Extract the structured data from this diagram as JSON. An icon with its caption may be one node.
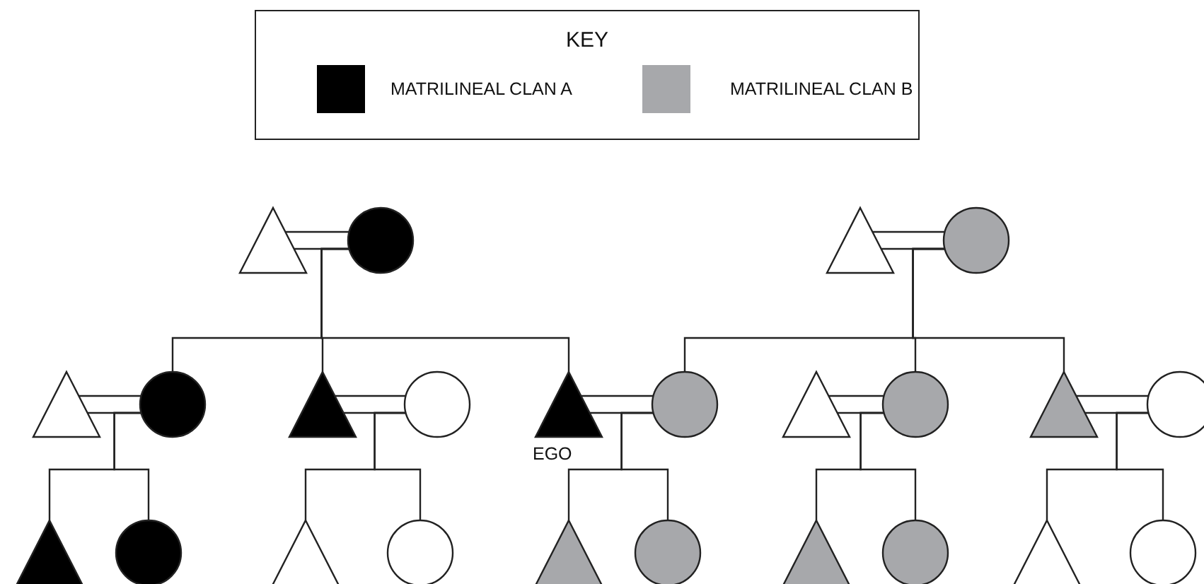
{
  "diagram": {
    "nodes": [
      {
        "text": [],
        "shape": "triangle"
      },
      {
        "text": [],
        "shape": "circle"
      },
      {
        "text": [],
        "shape": "triangle"
      },
      {
        "text": [],
        "shape": "circle"
      },
      {
        "text": [],
        "shape": "triangle"
      },
      {
        "text": [],
        "shape": "circle"
      },
      {
        "text": [],
        "shape": "triangle"
      },
      {
        "text": [],
        "shape": "circle"
      },
      {
        "text": [],
        "shape": "triangle",
        "beside": [
          "EGO"
        ]
      },
      {
        "text": [],
        "shape": "circle"
      },
      {
        "text": [],
        "shape": "triangle"
      },
      {
        "text": [],
        "shape": "circle"
      },
      {
        "text": [],
        "shape": "triangle"
      },
      {
        "text": [],
        "shape": "circle"
      },
      {
        "text": [],
        "shape": "triangle"
      },
      {
        "text": [],
        "shape": "circle"
      },
      {
        "text": [],
        "shape": "triangle"
      },
      {
        "text": [],
        "shape": "circle"
      },
      {
        "text": [],
        "shape": "triangle"
      },
      {
        "text": [],
        "shape": "circle"
      },
      {
        "text": [],
        "shape": "triangle"
      },
      {
        "text": [],
        "shape": "circle"
      },
      {
        "text": [],
        "shape": "triangle"
      },
      {
        "text": [],
        "shape": "circle"
      }
    ],
    "edges": [
      {
        "from": 0,
        "to": 1,
        "arrow": "none"
      },
      {
        "from": 2,
        "to": 3,
        "arrow": "none"
      },
      {
        "from": 4,
        "to": 5,
        "arrow": "none"
      },
      {
        "from": 6,
        "to": 7,
        "arrow": "none"
      },
      {
        "from": 8,
        "to": 9,
        "arrow": "none"
      },
      {
        "from": 10,
        "to": 11,
        "arrow": "none"
      },
      {
        "from": 12,
        "to": 13,
        "arrow": "none"
      },
      {
        "from": 1,
        "to": 5,
        "arrow": "none"
      },
      {
        "from": 1,
        "to": 6,
        "arrow": "none"
      },
      {
        "from": 1,
        "to": 8,
        "arrow": "none"
      },
      {
        "from": 3,
        "to": 9,
        "arrow": "none"
      },
      {
        "from": 3,
        "to": 11,
        "arrow": "none"
      },
      {
        "from": 3,
        "to": 12,
        "arrow": "none"
      },
      {
        "from": 5,
        "to": 14,
        "arrow": "none"
      },
      {
        "from": 5,
        "to": 15,
        "arrow": "none"
      },
      {
        "from": 7,
        "to": 16,
        "arrow": "none"
      },
      {
        "from": 7,
        "to": 17,
        "arrow": "none"
      },
      {
        "from": 9,
        "to": 18,
        "arrow": "none"
      },
      {
        "from": 9,
        "to": 19,
        "arrow": "none"
      },
      {
        "from": 11,
        "to": 20,
        "arrow": "none"
      },
      {
        "from": 11,
        "to": 21,
        "arrow": "none"
      },
      {
        "from": 13,
        "to": 22,
        "arrow": "none"
      },
      {
        "from": 13,
        "to": 23,
        "arrow": "none"
      }
    ],
    "labels": [
      "KEY"
    ],
    "legend": [
      {
        "text": "MATRILINEAL CLAN A",
        "color": "#000000"
      },
      {
        "text": "MATRILINEAL CLAN B",
        "color": "#a7a8ab"
      }
    ]
  }
}
